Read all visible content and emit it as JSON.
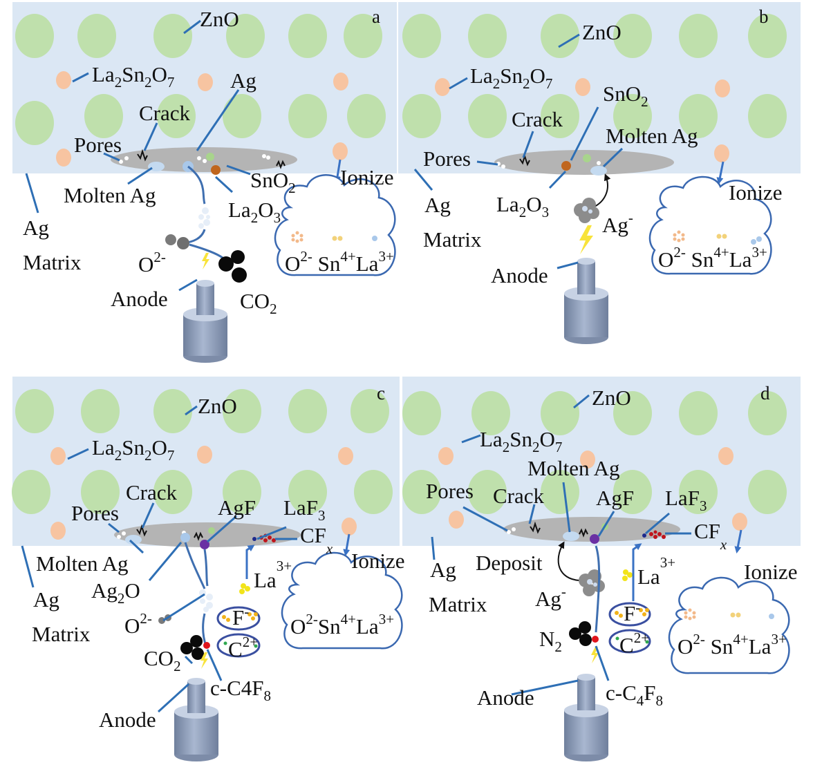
{
  "colors": {
    "matrix_bg": "#dbe7f4",
    "zno": "#bfe0ac",
    "la2sn2o7": "#f7c4a1",
    "crack_zone": "#b4b4b4",
    "leader_line": "#2e6fb5",
    "electrode": "#8b9ab5",
    "co2": "#0a0a0a",
    "la2o3": "#c0661e",
    "sno2": "#a8d48c",
    "agf": "#6a2fa3",
    "laf3": "#1e2a8c",
    "cfx": "#c0141c",
    "fluorine": "#f2b21a",
    "carbon": "#2fa84f",
    "lanthanum_ion": "#f2e41a",
    "spark": "#f8e33a"
  },
  "panels": {
    "a": {
      "letter": "a",
      "labels": {
        "zno": "ZnO",
        "la2sn2o7": "La2Sn2O7",
        "ag": "Ag",
        "crack": "Crack",
        "pores": "Pores",
        "molten_ag": "Molten Ag",
        "sno2": "SnO2",
        "la2o3": "La2O3",
        "ionize": "Ionize",
        "ag_matrix_1": "Ag",
        "ag_matrix_2": "Matrix",
        "o2": "O2-",
        "co2": "CO2",
        "anode": "Anode",
        "ions": "O2- Sn4+ La3+"
      }
    },
    "b": {
      "letter": "b",
      "labels": {
        "zno": "ZnO",
        "la2sn2o7": "La2Sn2O7",
        "sno2": "SnO2",
        "crack": "Crack",
        "molten_ag": "Molten Ag",
        "pores": "Pores",
        "ag_matrix_1": "Ag",
        "ag_matrix_2": "Matrix",
        "la2o3": "La2O3",
        "ag_ion": "Ag-",
        "anode": "Anode",
        "ionize": "Ionize",
        "ions": "O2- Sn4+ La3+"
      }
    },
    "c": {
      "letter": "c",
      "labels": {
        "zno": "ZnO",
        "la2sn2o7": "La2Sn2O7",
        "crack": "Crack",
        "pores": "Pores",
        "agf": "AgF",
        "laf3": "LaF3",
        "cfx": "CFx",
        "molten_ag": "Molten Ag",
        "ionize": "Ionize",
        "ag2o": "Ag2O",
        "la3": "La3+",
        "ag_matrix_1": "Ag",
        "ag_matrix_2": "Matrix",
        "o2": "O2-",
        "f": "F-",
        "c2": "C2+",
        "co2": "CO2",
        "c4f8": "c-C4F8",
        "anode": "Anode",
        "ions": "O2- Sn4+ La3+"
      }
    },
    "d": {
      "letter": "d",
      "labels": {
        "zno": "ZnO",
        "la2sn2o7": "La2Sn2O7",
        "molten_ag": "Molten Ag",
        "pores": "Pores",
        "crack": "Crack",
        "agf": "AgF",
        "laf3": "LaF3",
        "cfx": "CFx",
        "ag_matrix_1": "Ag",
        "ag_matrix_2": "Matrix",
        "deposit": "Deposit",
        "la3": "La3+",
        "ionize": "Ionize",
        "ag_ion": "Ag-",
        "f": "F-",
        "c2": "C2+",
        "n2": "N2",
        "c4f8": "c-C4F8",
        "anode": "Anode",
        "ions": "O2- Sn4+ La3+"
      }
    }
  }
}
